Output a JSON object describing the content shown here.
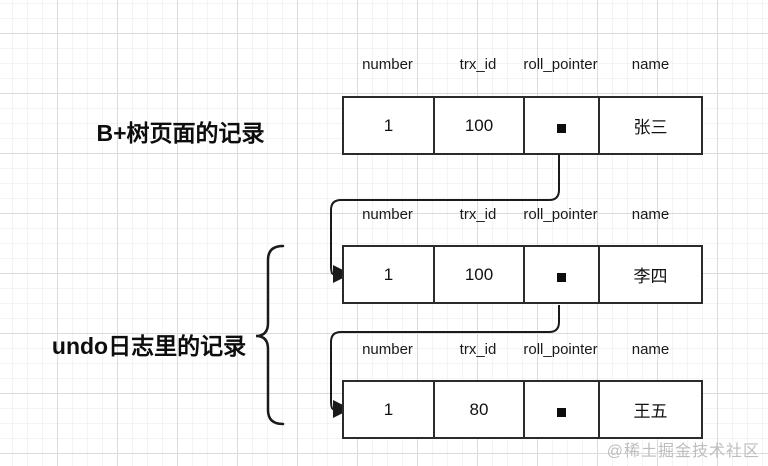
{
  "labels": {
    "btree_label": "B+树页面的记录",
    "undo_label": "undo日志里的记录"
  },
  "diagram": {
    "headers": [
      "number",
      "trx_id",
      "roll_pointer",
      "name"
    ],
    "pointer_icon": "black-square-dot",
    "tables": [
      {
        "name": "btree-page-record",
        "number": "1",
        "trx_id": "100",
        "name_value": "张三"
      },
      {
        "name": "undo-log-record-1",
        "number": "1",
        "trx_id": "100",
        "name_value": "李四"
      },
      {
        "name": "undo-log-record-2",
        "number": "1",
        "trx_id": "80",
        "name_value": "王五"
      }
    ],
    "stroke_color": "#1a1a1a"
  },
  "watermark": {
    "text": "@稀土掘金技术社区"
  }
}
